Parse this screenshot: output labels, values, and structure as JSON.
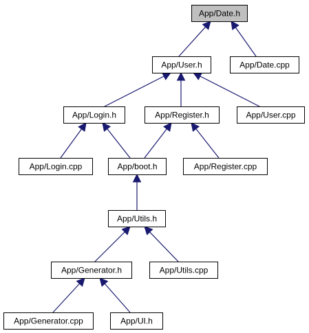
{
  "diagram": {
    "colors": {
      "root_fill": "#bfbfbf",
      "node_fill": "#ffffff",
      "node_border": "#000000",
      "edge": "#191970"
    },
    "nodes": [
      {
        "id": "date_h",
        "label": "App/Date.h",
        "root": true
      },
      {
        "id": "user_h",
        "label": "App/User.h"
      },
      {
        "id": "date_cpp",
        "label": "App/Date.cpp"
      },
      {
        "id": "login_h",
        "label": "App/Login.h"
      },
      {
        "id": "register_h",
        "label": "App/Register.h"
      },
      {
        "id": "user_cpp",
        "label": "App/User.cpp"
      },
      {
        "id": "login_cpp",
        "label": "App/Login.cpp"
      },
      {
        "id": "boot_h",
        "label": "App/boot.h"
      },
      {
        "id": "register_cpp",
        "label": "App/Register.cpp"
      },
      {
        "id": "utils_h",
        "label": "App/Utils.h"
      },
      {
        "id": "generator_h",
        "label": "App/Generator.h"
      },
      {
        "id": "utils_cpp",
        "label": "App/Utils.cpp"
      },
      {
        "id": "generator_cpp",
        "label": "App/Generator.cpp"
      },
      {
        "id": "ui_h",
        "label": "App/UI.h"
      }
    ],
    "edges": [
      {
        "from": "user_h",
        "to": "date_h"
      },
      {
        "from": "date_cpp",
        "to": "date_h"
      },
      {
        "from": "login_h",
        "to": "user_h"
      },
      {
        "from": "register_h",
        "to": "user_h"
      },
      {
        "from": "user_cpp",
        "to": "user_h"
      },
      {
        "from": "login_cpp",
        "to": "login_h"
      },
      {
        "from": "boot_h",
        "to": "login_h"
      },
      {
        "from": "boot_h",
        "to": "register_h"
      },
      {
        "from": "register_cpp",
        "to": "register_h"
      },
      {
        "from": "utils_h",
        "to": "boot_h"
      },
      {
        "from": "generator_h",
        "to": "utils_h"
      },
      {
        "from": "utils_cpp",
        "to": "utils_h"
      },
      {
        "from": "generator_cpp",
        "to": "generator_h"
      },
      {
        "from": "ui_h",
        "to": "generator_h"
      }
    ]
  }
}
